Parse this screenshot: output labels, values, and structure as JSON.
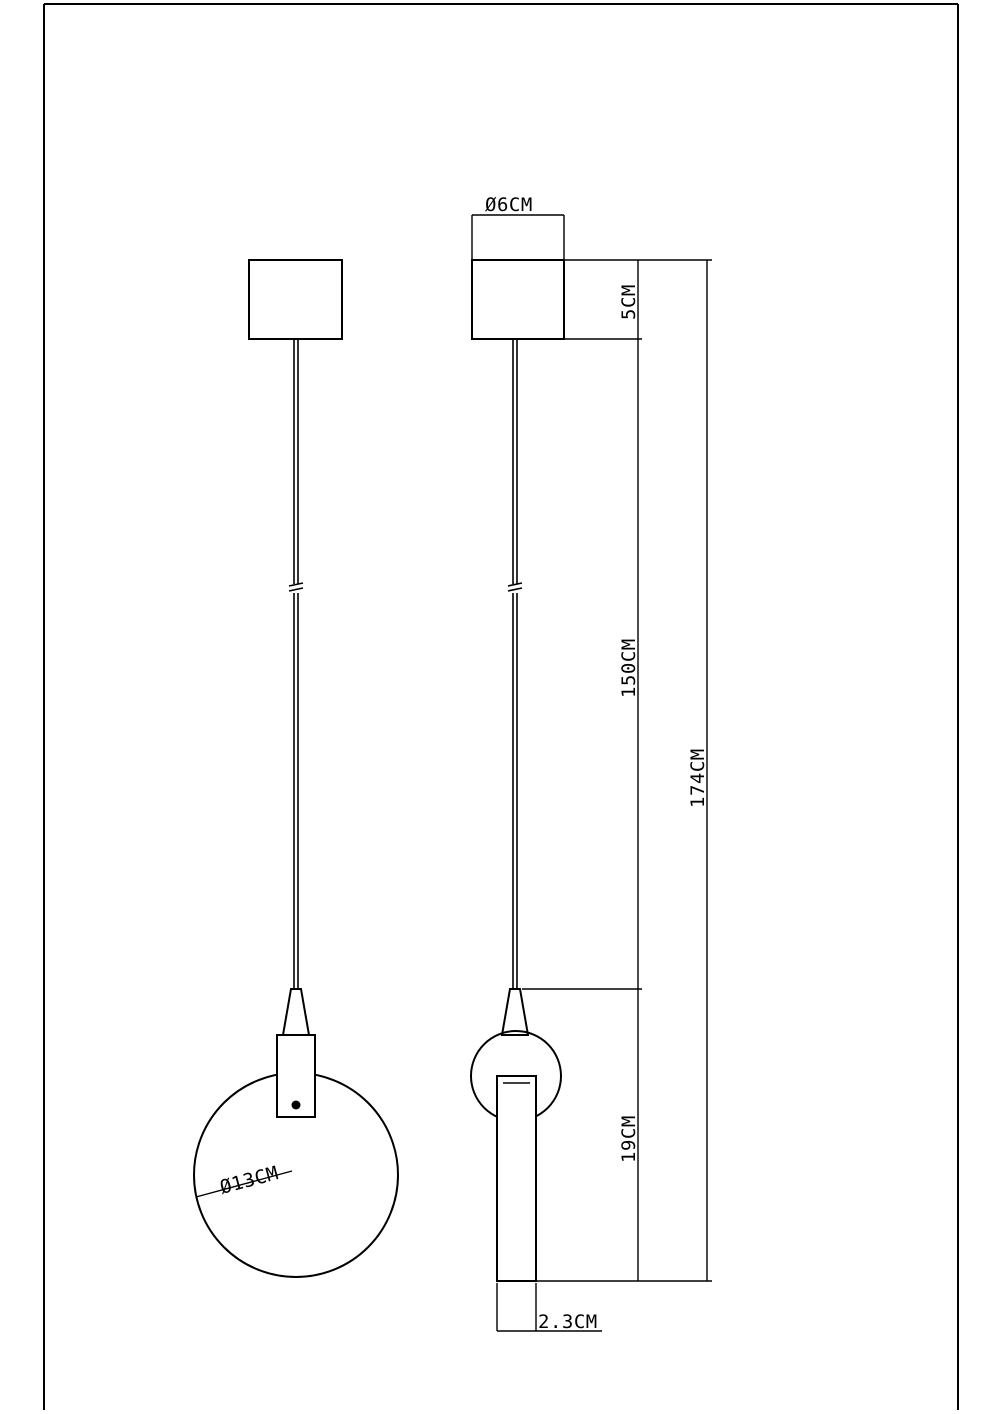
{
  "dimensions": {
    "canopy_diameter": "Ø6CM",
    "canopy_height": "5CM",
    "cable_length": "150CM",
    "total_height": "174CM",
    "shade_height": "19CM",
    "shade_diameter": "Ø13CM",
    "shade_thickness": "2.3CM"
  }
}
